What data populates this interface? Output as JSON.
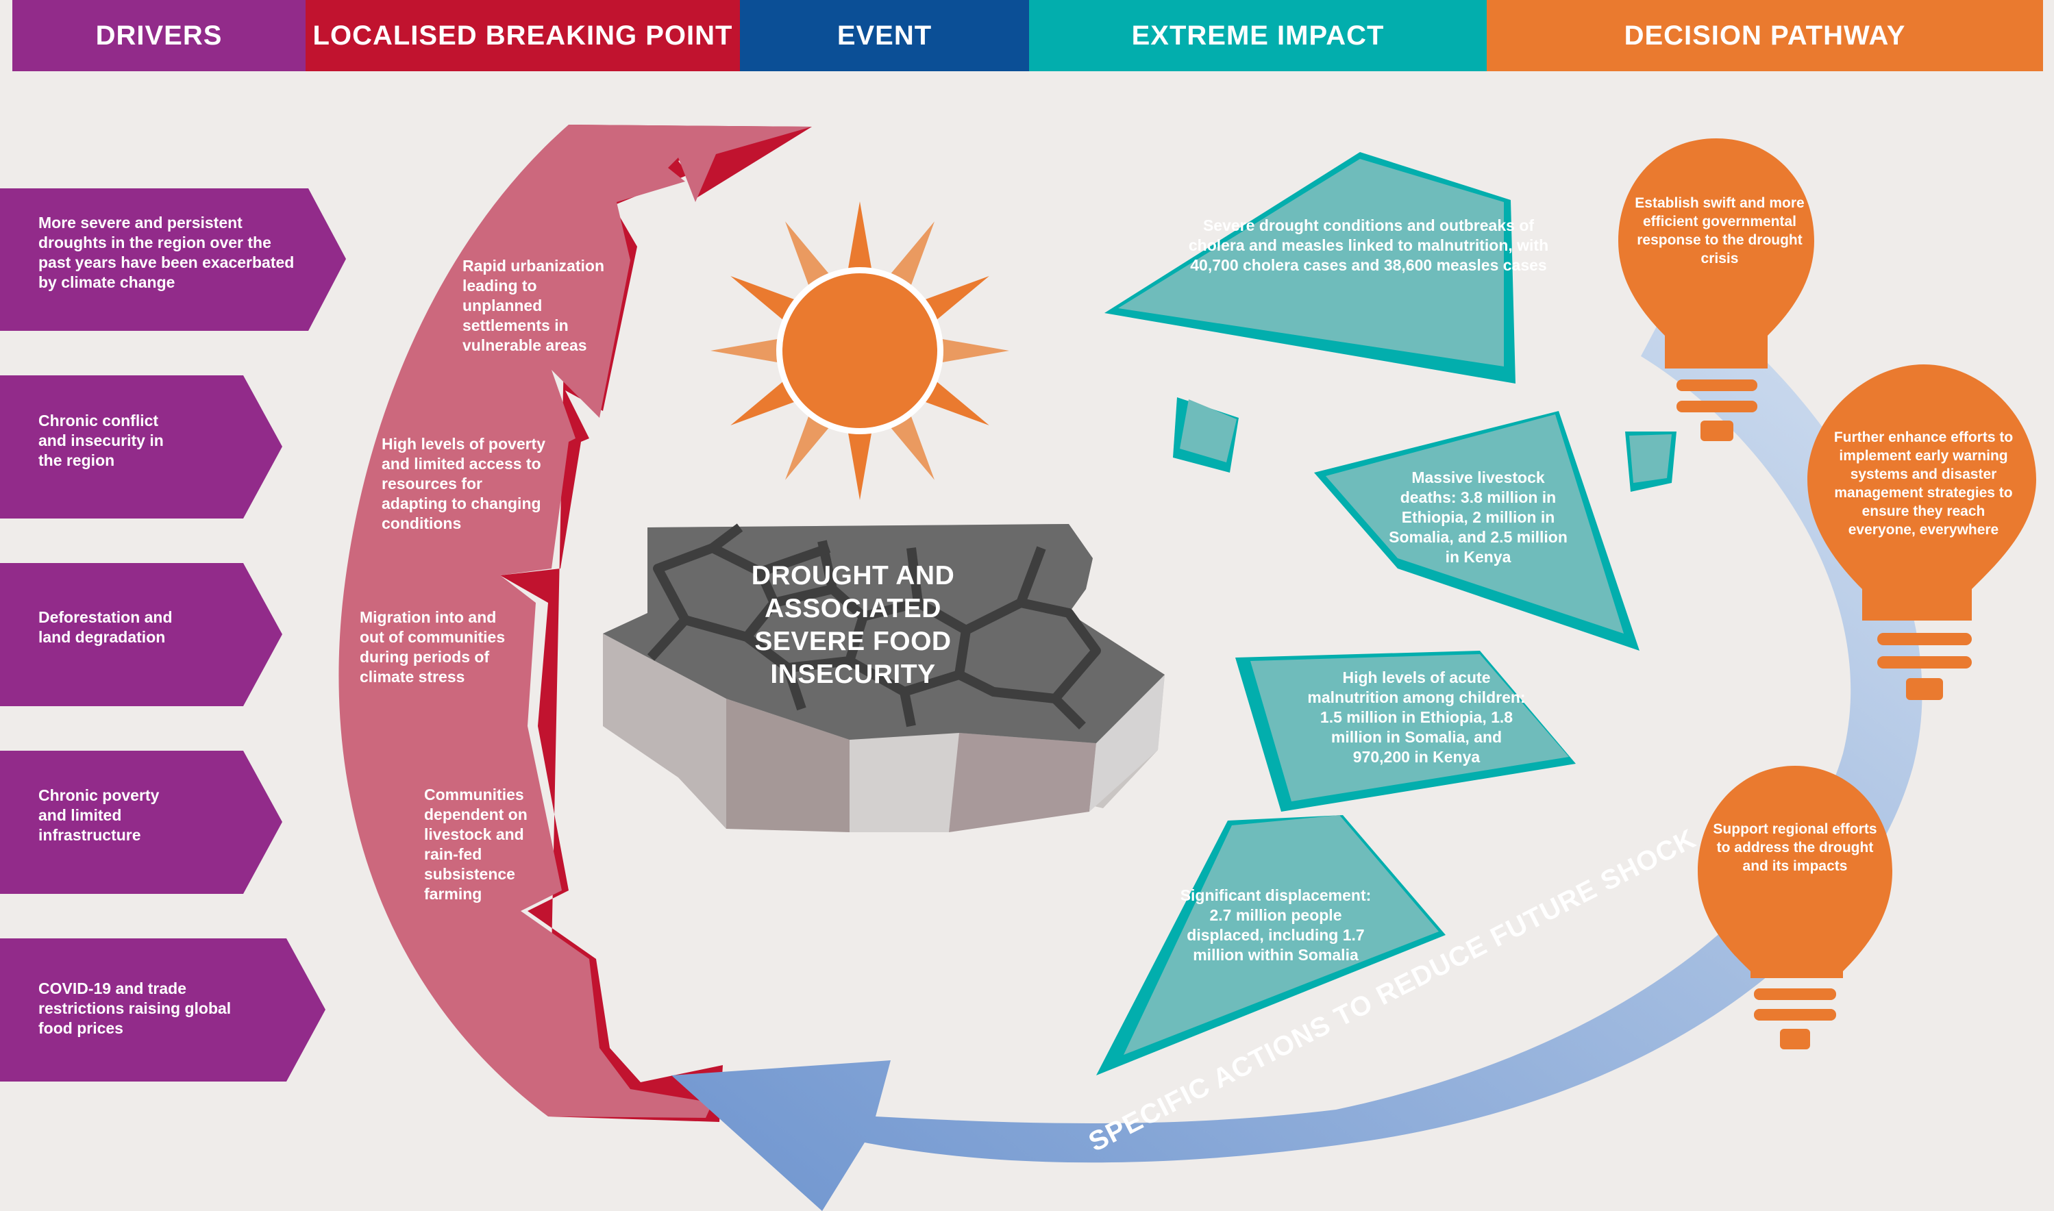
{
  "header": {
    "drivers": "DRIVERS",
    "breaking_point": "LOCALISED BREAKING POINT",
    "event": "EVENT",
    "extreme_impact": "EXTREME IMPACT",
    "decision_pathway": "DECISION PATHWAY"
  },
  "colors": {
    "drivers": "#922b8a",
    "breaking_point": "#c1132f",
    "event": "#0b4f96",
    "extreme_impact": "#02aead",
    "decision_pathway": "#ea7a2f"
  },
  "drivers": [
    "More severe and persistent droughts in the region over the past years have been exacerbated by climate change",
    "Chronic conflict and insecurity in the region",
    "Deforestation and land degradation",
    "Chronic poverty and limited infrastructure",
    "COVID-19 and trade restrictions raising global food prices"
  ],
  "breaking_points": [
    "Rapid urbanization leading to unplanned settlements in vulnerable areas",
    "High levels of poverty and limited access to resources for adapting to changing conditions",
    "Migration into and out of communities during periods of climate stress",
    "Communities dependent on livestock and rain-fed subsistence farming"
  ],
  "event": "DROUGHT AND ASSOCIATED SEVERE FOOD INSECURITY",
  "impacts": [
    "Severe drought conditions and outbreaks of cholera and measles linked to malnutrition, with 40,700 cholera cases and 38,600 measles cases",
    "Massive livestock deaths: 3.8 million in Ethiopia, 2 million in Somalia, and 2.5 million in Kenya",
    "High levels of acute malnutrition among children: 1.5 million in Ethiopia, 1.8 million in Somalia, and 970,200 in Kenya",
    "Significant displacement: 2.7 million people displaced, including 1.7 million within Somalia"
  ],
  "decisions": [
    "Establish swift and more efficient governmental response to the drought crisis",
    "Further enhance efforts to implement early warning systems and disaster management strategies to ensure they reach everyone, everywhere",
    "Support regional efforts to address the drought and its impacts"
  ],
  "arrow_label": "SPECIFIC ACTIONS TO REDUCE FUTURE SHOCK"
}
